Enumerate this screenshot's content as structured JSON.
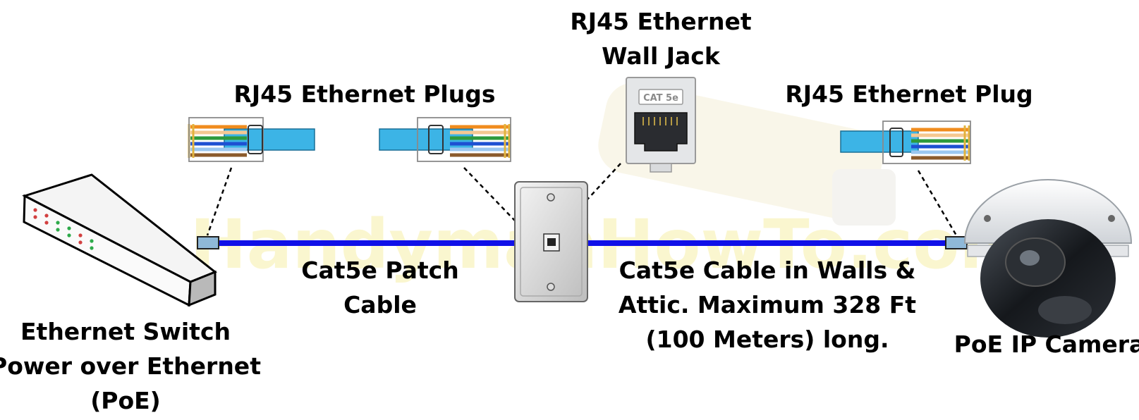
{
  "watermark": "© HandymanHowTo.com",
  "labels": {
    "wall_jack": [
      "RJ45 Ethernet",
      "Wall Jack"
    ],
    "plugs": "RJ45 Ethernet Plugs",
    "plug": "RJ45 Ethernet Plug",
    "patch_cable": [
      "Cat5e Patch",
      "Cable"
    ],
    "wall_cable": [
      "Cat5e Cable in Walls &",
      "Attic. Maximum 328 Ft",
      "(100 Meters) long."
    ],
    "switch": [
      "Ethernet Switch",
      "Power over Ethernet",
      "(PoE)"
    ],
    "camera": "PoE IP Camera"
  },
  "jack_badge": "CAT 5e",
  "colors": {
    "cable": "#1010e8",
    "cable_jacket": "#3cb4e6",
    "connector": "#8fb8d8",
    "wire_orange": "#f08c1e",
    "wire_green": "#2e9a3c",
    "wire_blue": "#1e50d2",
    "wire_brown": "#8b5a2b",
    "contacts": "#e2b33c"
  }
}
